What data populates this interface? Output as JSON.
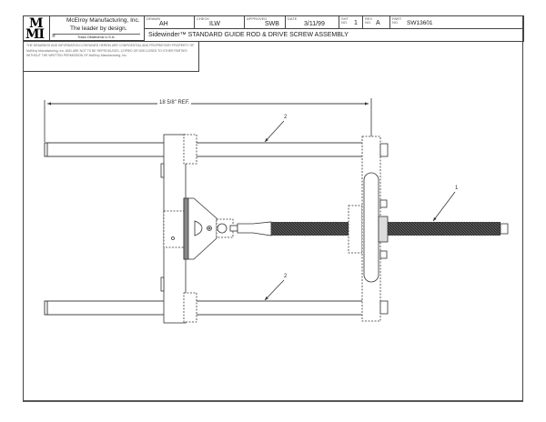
{
  "title_block": {
    "logo_text": [
      "M",
      "MI"
    ],
    "company": "McElroy Manufacturing, Inc.",
    "slogan": "The leader by design.",
    "location": "Tulsa Oklahoma U.S.A.",
    "logo_mark": "®",
    "drawn_label": "DRAWN",
    "drawn": "AH",
    "check_label": "CHECK",
    "check": "ILW",
    "approved_label": "APPROVED",
    "approved": "SWB",
    "date_label": "DATE",
    "date": "3/11/99",
    "sheet_label": "SHT NO.",
    "sheet": "1",
    "rev_label": "REV NO.",
    "rev": "A",
    "part_label": "PART NO.",
    "part": "SW13601",
    "drawing_title": "Sidewinder™ STANDARD GUIDE ROD & DRIVE SCREW ASSEMBLY"
  },
  "note": "THE DRAWINGS AND INFORMATION CONTAINED HEREIN ARE CONFIDENTIAL AND PROPRIETARY PROPERTY OF McElroy Manufacturing, Inc. AND ARE NOT TO BE REPRODUCED, COPIED OR DISCLOSED TO OTHER PARTIES WITHOUT THE WRITTEN PERMISSION OF McElroy Manufacturing, Inc.",
  "drawing": {
    "dimension": "18 5/8\" REF.",
    "balloons": [
      "2",
      "2",
      "1"
    ]
  }
}
